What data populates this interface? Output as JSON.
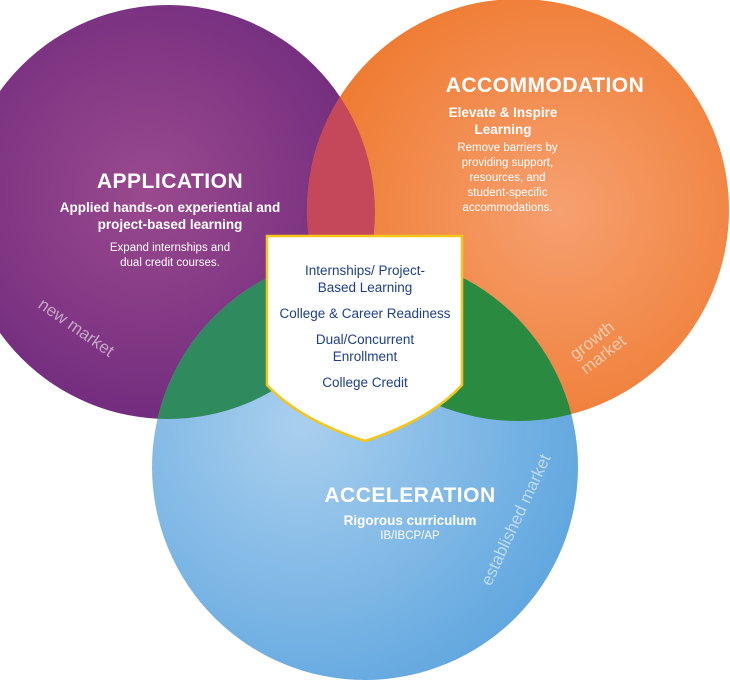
{
  "colors": {
    "application": "#7d2c86",
    "accommodation": "#f27d35",
    "acceleration": "#6cb0e4",
    "shield_border": "#f5c518",
    "shield_text": "#1f3f88"
  },
  "application": {
    "title": "APPLICATION",
    "subtitle": "Applied hands-on experiential and project-based learning",
    "body": "Expand internships and dual credit courses.",
    "market": "new market"
  },
  "accommodation": {
    "title": "ACCOMMODATION",
    "subtitle": "Elevate & Inspire Learning",
    "body": "Remove barriers by providing support, resources, and student-specific accommodations.",
    "market_line1": "growth",
    "market_line2": "market"
  },
  "acceleration": {
    "title": "ACCELERATION",
    "subtitle": "Rigorous curriculum",
    "body": "IB/IBCP/AP",
    "market": "established market"
  },
  "center": {
    "items": [
      "Internships/ Project-Based Learning",
      "College & Career Readiness",
      "Dual/Concurrent Enrollment",
      "College Credit"
    ]
  }
}
